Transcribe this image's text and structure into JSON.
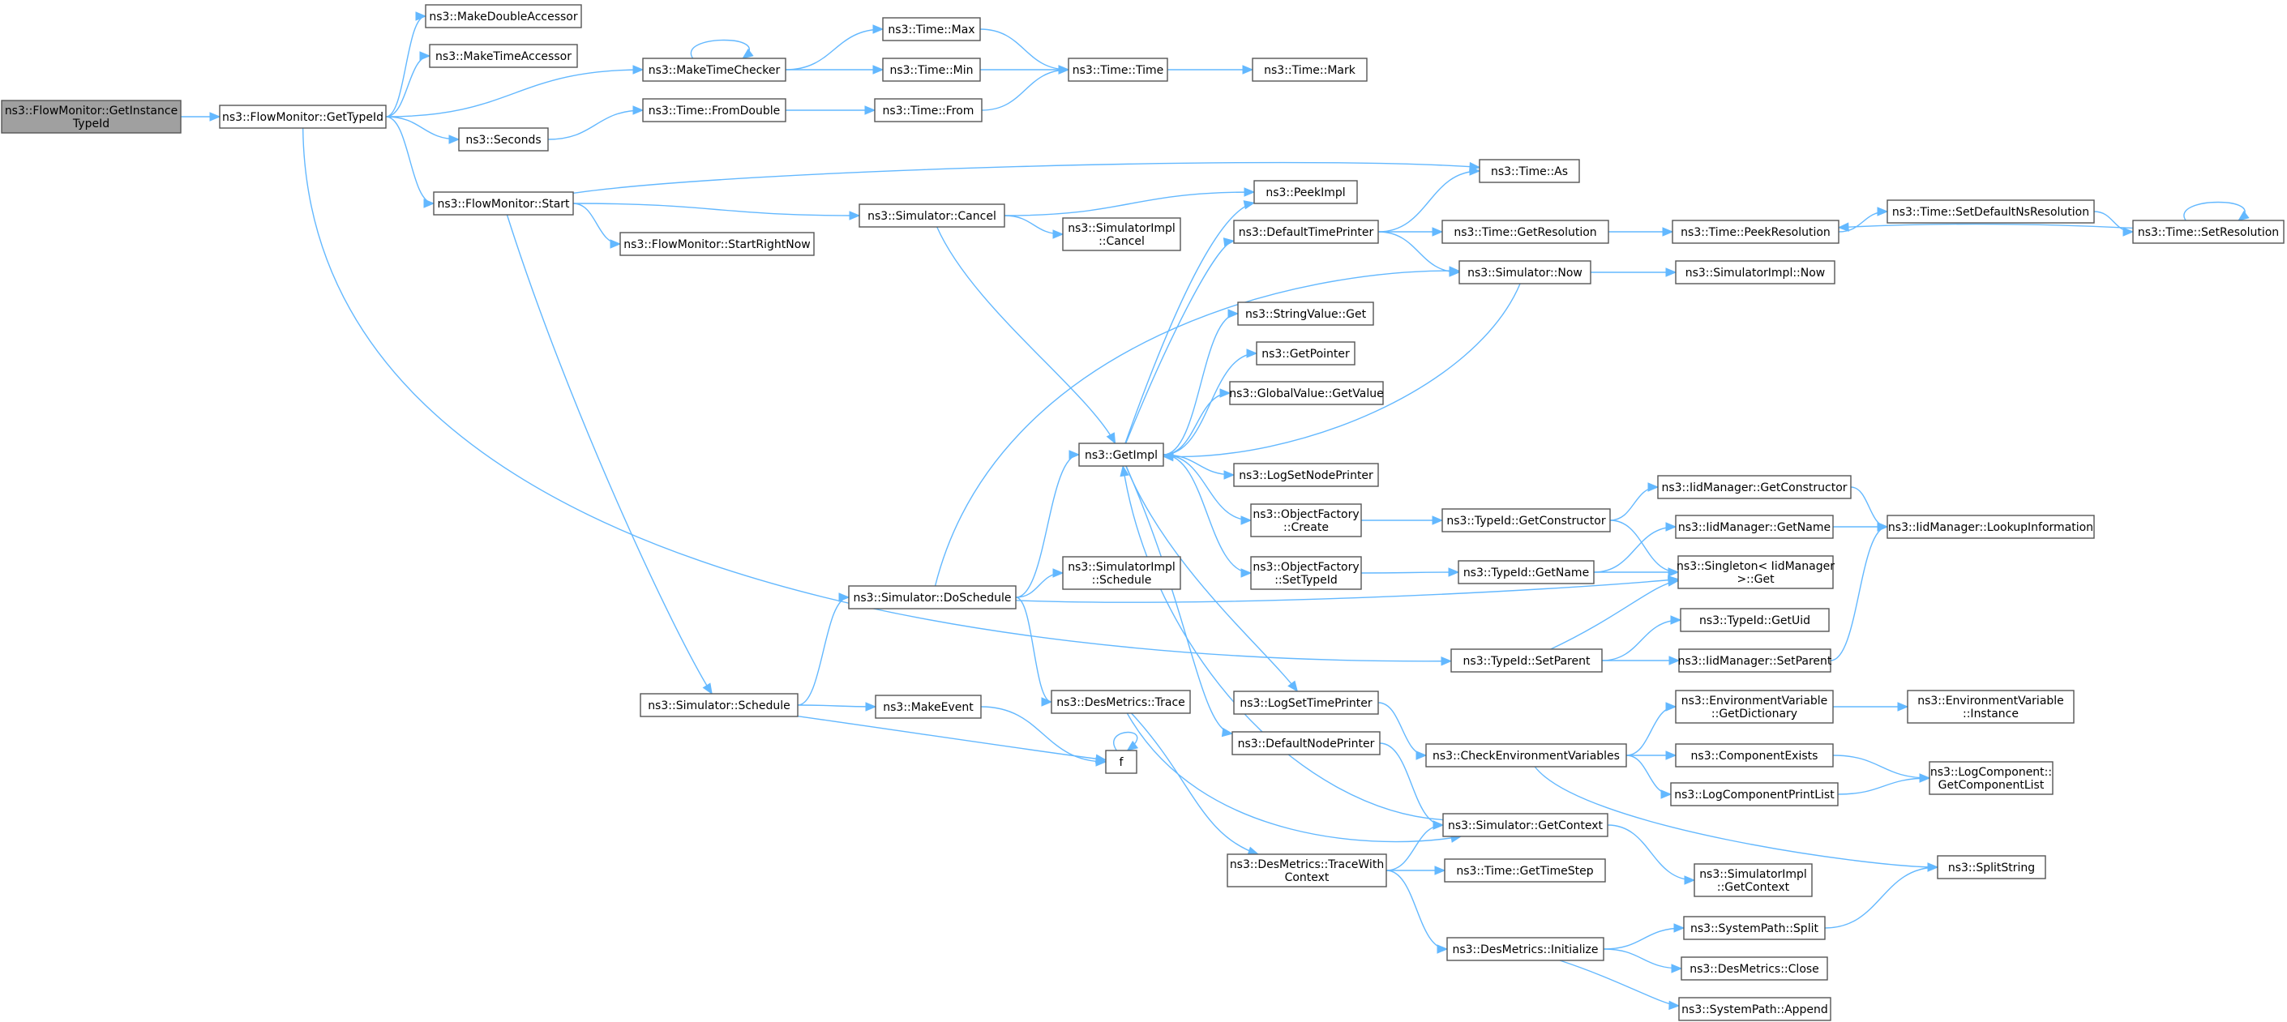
{
  "graph": {
    "edge_color": "#63b8ff",
    "node_border_color": "#555555",
    "root_fill": "#a0a0a0",
    "nodes": [
      {
        "id": "root",
        "lines": [
          "ns3::FlowMonitor::GetInstance",
          "TypeId"
        ],
        "root": true
      },
      {
        "id": "gettypeid",
        "lines": [
          "ns3::FlowMonitor::GetTypeId"
        ]
      },
      {
        "id": "makedoubleaccessor",
        "lines": [
          "ns3::MakeDoubleAccessor"
        ]
      },
      {
        "id": "maketimeaccessor",
        "lines": [
          "ns3::MakeTimeAccessor"
        ]
      },
      {
        "id": "maketimechecker",
        "lines": [
          "ns3::MakeTimeChecker"
        ]
      },
      {
        "id": "seconds",
        "lines": [
          "ns3::Seconds"
        ]
      },
      {
        "id": "fmstart",
        "lines": [
          "ns3::FlowMonitor::Start"
        ]
      },
      {
        "id": "timemax",
        "lines": [
          "ns3::Time::Max"
        ]
      },
      {
        "id": "timemin",
        "lines": [
          "ns3::Time::Min"
        ]
      },
      {
        "id": "timetime",
        "lines": [
          "ns3::Time::Time"
        ]
      },
      {
        "id": "timemark",
        "lines": [
          "ns3::Time::Mark"
        ]
      },
      {
        "id": "timefromdouble",
        "lines": [
          "ns3::Time::FromDouble"
        ]
      },
      {
        "id": "timefrom",
        "lines": [
          "ns3::Time::From"
        ]
      },
      {
        "id": "timeas",
        "lines": [
          "ns3::Time::As"
        ]
      },
      {
        "id": "simcancel",
        "lines": [
          "ns3::Simulator::Cancel"
        ]
      },
      {
        "id": "peekimpl",
        "lines": [
          "ns3::PeekImpl"
        ]
      },
      {
        "id": "simimplcancel",
        "lines": [
          "ns3::SimulatorImpl",
          "::Cancel"
        ]
      },
      {
        "id": "startrightnow",
        "lines": [
          "ns3::FlowMonitor::StartRightNow"
        ]
      },
      {
        "id": "defaulttimeprinter",
        "lines": [
          "ns3::DefaultTimePrinter"
        ]
      },
      {
        "id": "getresolution",
        "lines": [
          "ns3::Time::GetResolution"
        ]
      },
      {
        "id": "peekresolution",
        "lines": [
          "ns3::Time::PeekResolution"
        ]
      },
      {
        "id": "setdefaultnsres",
        "lines": [
          "ns3::Time::SetDefaultNsResolution"
        ]
      },
      {
        "id": "setresolution",
        "lines": [
          "ns3::Time::SetResolution"
        ]
      },
      {
        "id": "simnow",
        "lines": [
          "ns3::Simulator::Now"
        ]
      },
      {
        "id": "simimplnow",
        "lines": [
          "ns3::SimulatorImpl::Now"
        ]
      },
      {
        "id": "stringvalueget",
        "lines": [
          "ns3::StringValue::Get"
        ]
      },
      {
        "id": "getpointer",
        "lines": [
          "ns3::GetPointer"
        ]
      },
      {
        "id": "globalvalueget",
        "lines": [
          "ns3::GlobalValue::GetValue"
        ]
      },
      {
        "id": "getimpl",
        "lines": [
          "ns3::GetImpl"
        ]
      },
      {
        "id": "logsetnodeprinter",
        "lines": [
          "ns3::LogSetNodePrinter"
        ]
      },
      {
        "id": "objfactorycreate",
        "lines": [
          "ns3::ObjectFactory",
          "::Create"
        ]
      },
      {
        "id": "typeidgetconstructor",
        "lines": [
          "ns3::TypeId::GetConstructor"
        ]
      },
      {
        "id": "iidgetconstructor",
        "lines": [
          "ns3::IidManager::GetConstructor"
        ]
      },
      {
        "id": "iidlookup",
        "lines": [
          "ns3::IidManager::LookupInformation"
        ]
      },
      {
        "id": "iidgetname",
        "lines": [
          "ns3::IidManager::GetName"
        ]
      },
      {
        "id": "objfactorysettypeid",
        "lines": [
          "ns3::ObjectFactory",
          "::SetTypeId"
        ]
      },
      {
        "id": "typeidgetname",
        "lines": [
          "ns3::TypeId::GetName"
        ]
      },
      {
        "id": "singletonget",
        "lines": [
          "ns3::Singleton< IidManager",
          " >::Get"
        ]
      },
      {
        "id": "simimplschedule",
        "lines": [
          "ns3::SimulatorImpl",
          "::Schedule"
        ]
      },
      {
        "id": "simdoschedule",
        "lines": [
          "ns3::Simulator::DoSchedule"
        ]
      },
      {
        "id": "typeidgetuid",
        "lines": [
          "ns3::TypeId::GetUid"
        ]
      },
      {
        "id": "typeidsetparent",
        "lines": [
          "ns3::TypeId::SetParent"
        ]
      },
      {
        "id": "iidsetparent",
        "lines": [
          "ns3::IidManager::SetParent"
        ]
      },
      {
        "id": "simschedule",
        "lines": [
          "ns3::Simulator::Schedule"
        ]
      },
      {
        "id": "makeevent",
        "lines": [
          "ns3::MakeEvent"
        ]
      },
      {
        "id": "desmetricstrace",
        "lines": [
          "ns3::DesMetrics::Trace"
        ]
      },
      {
        "id": "f",
        "lines": [
          "f"
        ]
      },
      {
        "id": "logsettimeprinter",
        "lines": [
          "ns3::LogSetTimePrinter"
        ]
      },
      {
        "id": "envgetdict",
        "lines": [
          "ns3::EnvironmentVariable",
          "::GetDictionary"
        ]
      },
      {
        "id": "envinstance",
        "lines": [
          "ns3::EnvironmentVariable",
          "::Instance"
        ]
      },
      {
        "id": "defaultnodeprinter",
        "lines": [
          "ns3::DefaultNodePrinter"
        ]
      },
      {
        "id": "checkenvvars",
        "lines": [
          "ns3::CheckEnvironmentVariables"
        ]
      },
      {
        "id": "componentexists",
        "lines": [
          "ns3::ComponentExists"
        ]
      },
      {
        "id": "logcomponentprintlist",
        "lines": [
          "ns3::LogComponentPrintList"
        ]
      },
      {
        "id": "logcomponentgetlist",
        "lines": [
          "ns3::LogComponent::",
          "GetComponentList"
        ]
      },
      {
        "id": "simgetcontext",
        "lines": [
          "ns3::Simulator::GetContext"
        ]
      },
      {
        "id": "desmetricstracewith",
        "lines": [
          "ns3::DesMetrics::TraceWith",
          "Context"
        ]
      },
      {
        "id": "timegettimestep",
        "lines": [
          "ns3::Time::GetTimeStep"
        ]
      },
      {
        "id": "simimplgetcontext",
        "lines": [
          "ns3::SimulatorImpl",
          "::GetContext"
        ]
      },
      {
        "id": "splitstring",
        "lines": [
          "ns3::SplitString"
        ]
      },
      {
        "id": "systempathsplit",
        "lines": [
          "ns3::SystemPath::Split"
        ]
      },
      {
        "id": "desmetricsinit",
        "lines": [
          "ns3::DesMetrics::Initialize"
        ]
      },
      {
        "id": "desmetricsclose",
        "lines": [
          "ns3::DesMetrics::Close"
        ]
      },
      {
        "id": "systempathappend",
        "lines": [
          "ns3::SystemPath::Append"
        ]
      }
    ],
    "edges": [
      [
        "root",
        "gettypeid"
      ],
      [
        "gettypeid",
        "makedoubleaccessor"
      ],
      [
        "gettypeid",
        "maketimeaccessor"
      ],
      [
        "gettypeid",
        "maketimechecker"
      ],
      [
        "gettypeid",
        "seconds"
      ],
      [
        "gettypeid",
        "fmstart"
      ],
      [
        "gettypeid",
        "typeidsetparent"
      ],
      [
        "maketimechecker",
        "maketimechecker"
      ],
      [
        "maketimechecker",
        "timemax"
      ],
      [
        "maketimechecker",
        "timemin"
      ],
      [
        "timemax",
        "timetime"
      ],
      [
        "timemin",
        "timetime"
      ],
      [
        "timetime",
        "timemark"
      ],
      [
        "seconds",
        "timefromdouble"
      ],
      [
        "timefromdouble",
        "timefrom"
      ],
      [
        "timefrom",
        "timetime"
      ],
      [
        "fmstart",
        "timeas"
      ],
      [
        "fmstart",
        "simcancel"
      ],
      [
        "fmstart",
        "startrightnow"
      ],
      [
        "fmstart",
        "simschedule"
      ],
      [
        "simcancel",
        "peekimpl"
      ],
      [
        "simcancel",
        "simimplcancel"
      ],
      [
        "simcancel",
        "getimpl"
      ],
      [
        "defaulttimeprinter",
        "timeas"
      ],
      [
        "defaulttimeprinter",
        "getresolution"
      ],
      [
        "defaulttimeprinter",
        "simnow"
      ],
      [
        "getresolution",
        "peekresolution"
      ],
      [
        "peekresolution",
        "setdefaultnsres"
      ],
      [
        "setdefaultnsres",
        "setresolution"
      ],
      [
        "setresolution",
        "setresolution"
      ],
      [
        "setresolution",
        "peekresolution"
      ],
      [
        "simnow",
        "simimplnow"
      ],
      [
        "simnow",
        "getimpl"
      ],
      [
        "getimpl",
        "peekimpl"
      ],
      [
        "getimpl",
        "defaulttimeprinter"
      ],
      [
        "getimpl",
        "stringvalueget"
      ],
      [
        "getimpl",
        "getpointer"
      ],
      [
        "getimpl",
        "globalvalueget"
      ],
      [
        "getimpl",
        "logsetnodeprinter"
      ],
      [
        "getimpl",
        "objfactorycreate"
      ],
      [
        "getimpl",
        "objfactorysettypeid"
      ],
      [
        "getimpl",
        "logsettimeprinter"
      ],
      [
        "getimpl",
        "defaultnodeprinter"
      ],
      [
        "objfactorycreate",
        "typeidgetconstructor"
      ],
      [
        "typeidgetconstructor",
        "iidgetconstructor"
      ],
      [
        "typeidgetconstructor",
        "singletonget"
      ],
      [
        "iidgetconstructor",
        "iidlookup"
      ],
      [
        "iidgetname",
        "iidlookup"
      ],
      [
        "objfactorysettypeid",
        "typeidgetname"
      ],
      [
        "typeidgetname",
        "iidgetname"
      ],
      [
        "typeidgetname",
        "singletonget"
      ],
      [
        "simdoschedule",
        "simnow"
      ],
      [
        "simdoschedule",
        "getimpl"
      ],
      [
        "simdoschedule",
        "simimplschedule"
      ],
      [
        "simdoschedule",
        "singletonget"
      ],
      [
        "simdoschedule",
        "desmetricstrace"
      ],
      [
        "typeidsetparent",
        "singletonget"
      ],
      [
        "typeidsetparent",
        "typeidgetuid"
      ],
      [
        "typeidsetparent",
        "iidsetparent"
      ],
      [
        "iidsetparent",
        "iidlookup"
      ],
      [
        "simschedule",
        "simdoschedule"
      ],
      [
        "simschedule",
        "makeevent"
      ],
      [
        "simschedule",
        "f"
      ],
      [
        "makeevent",
        "f"
      ],
      [
        "f",
        "f"
      ],
      [
        "desmetricstrace",
        "simgetcontext"
      ],
      [
        "desmetricstrace",
        "desmetricstracewith"
      ],
      [
        "logsettimeprinter",
        "checkenvvars"
      ],
      [
        "defaultnodeprinter",
        "simgetcontext"
      ],
      [
        "checkenvvars",
        "envgetdict"
      ],
      [
        "checkenvvars",
        "componentexists"
      ],
      [
        "checkenvvars",
        "logcomponentprintlist"
      ],
      [
        "checkenvvars",
        "splitstring"
      ],
      [
        "envgetdict",
        "envinstance"
      ],
      [
        "componentexists",
        "logcomponentgetlist"
      ],
      [
        "logcomponentprintlist",
        "logcomponentgetlist"
      ],
      [
        "simgetcontext",
        "simimplgetcontext"
      ],
      [
        "simgetcontext",
        "getimpl"
      ],
      [
        "desmetricstracewith",
        "simgetcontext"
      ],
      [
        "desmetricstracewith",
        "timegettimestep"
      ],
      [
        "desmetricstracewith",
        "desmetricsinit"
      ],
      [
        "desmetricsinit",
        "systempathsplit"
      ],
      [
        "desmetricsinit",
        "desmetricsclose"
      ],
      [
        "desmetricsinit",
        "systempathappend"
      ],
      [
        "systempathsplit",
        "splitstring"
      ]
    ]
  }
}
